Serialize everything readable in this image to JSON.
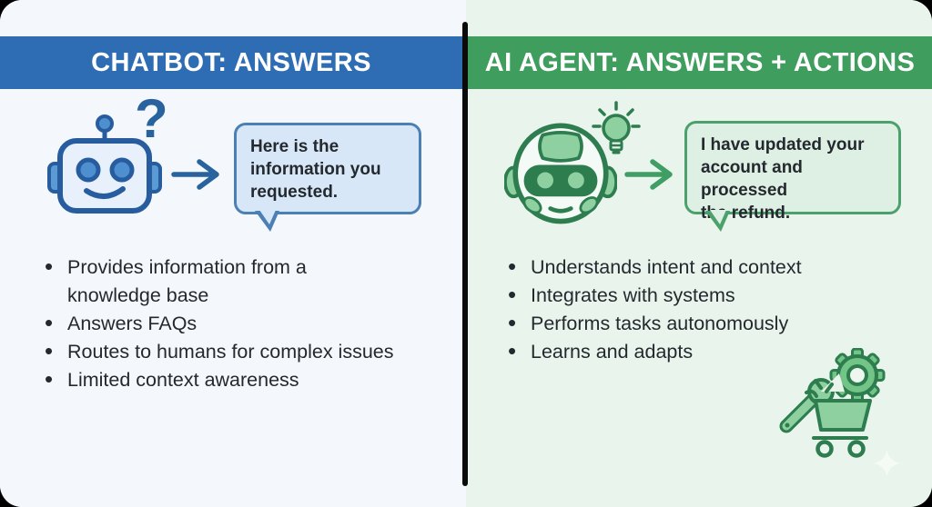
{
  "chatbot": {
    "title": "CHATBOT: ANSWERS",
    "question_mark": "?",
    "bubble_text": "Here is the\ninformation you\nrequested.",
    "bullets": [
      "Provides information from a\nknowledge base",
      "Answers FAQs",
      "Routes to humans for complex issues",
      "Limited context awareness"
    ],
    "colors": {
      "header": "#2e6cb3",
      "panel": "#f4f7fb",
      "accent": "#28639f",
      "bubble_fill": "#d8e7f7",
      "bubble_border": "#4b80b6"
    }
  },
  "ai_agent": {
    "title": "AI AGENT: ANSWERS + ACTIONS",
    "bubble_text": "I have updated your\naccount and processed\nthe refund.",
    "bullets": [
      "Understands intent and context",
      "Integrates with systems",
      "Performs tasks autonomously",
      "Learns and adapts"
    ],
    "colors": {
      "header": "#3f9e5e",
      "panel": "#e9f4ec",
      "accent": "#2e7d4f",
      "bubble_fill": "#def0e3",
      "bubble_border": "#4ba06c"
    }
  },
  "decorations": {
    "sparkle": "✦",
    "divider_color": "#0b0b0b",
    "frame_color": "#000000"
  }
}
